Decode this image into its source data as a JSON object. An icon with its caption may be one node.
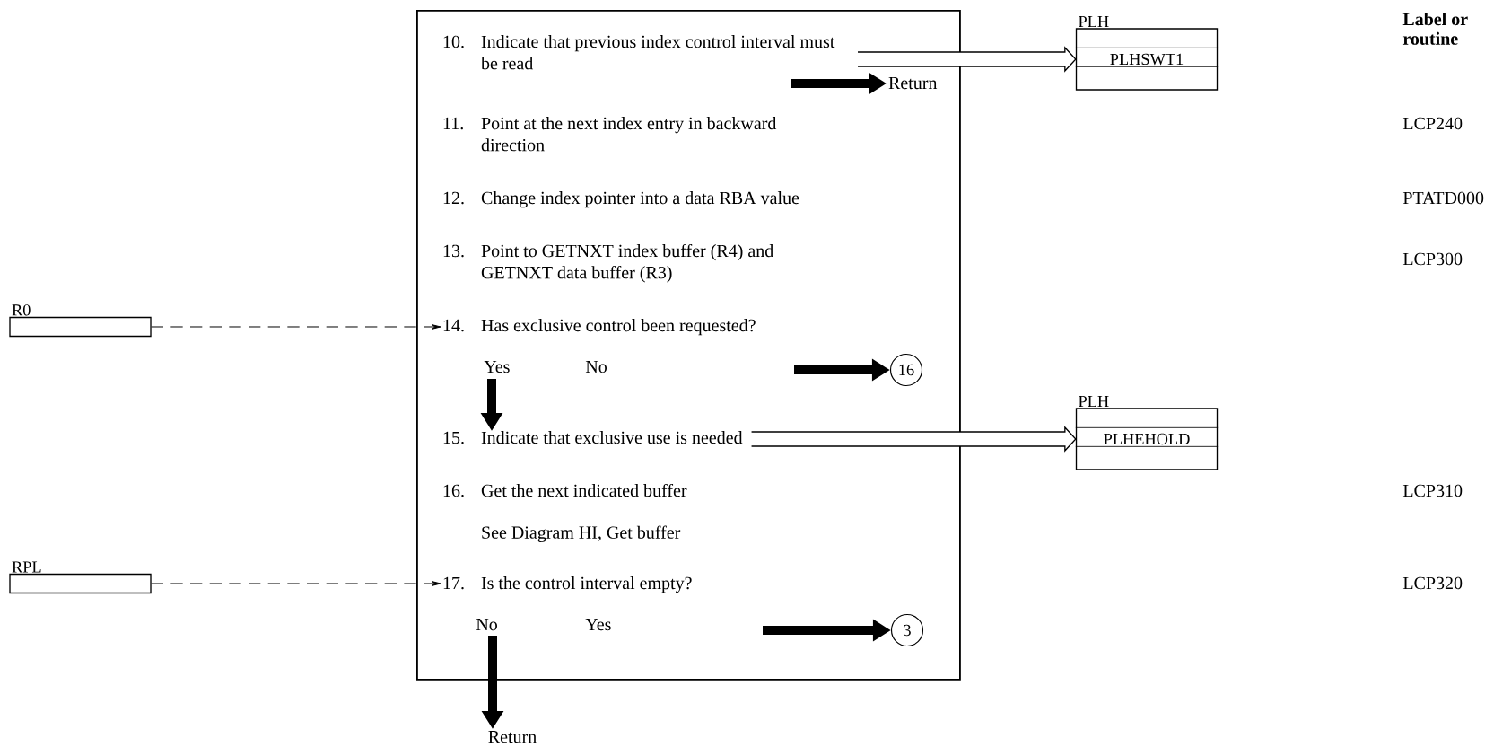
{
  "diagram": {
    "nodes": [
      {
        "text": [],
        "shape": "box"
      },
      {
        "text": [
          "10.",
          "Indicate that previous index control interval must be read"
        ],
        "in": 0
      },
      {
        "text": [
          "11.",
          "Point at the next index entry in backward direction"
        ],
        "in": 0
      },
      {
        "text": [
          "12.",
          "Change index pointer into a data RBA value"
        ],
        "in": 0
      },
      {
        "text": [
          "13.",
          "Point to GETNXT index buffer (R4) and GETNXT data buffer (R3)"
        ],
        "in": 0
      },
      {
        "text": [
          "14.",
          "Has exclusive control been requested?"
        ],
        "in": 0
      },
      {
        "text": [
          "15.",
          "Indicate that exclusive use is needed"
        ],
        "in": 0
      },
      {
        "text": [
          "16.",
          "Get the next indicated buffer",
          "See Diagram HI, Get buffer"
        ],
        "in": 0
      },
      {
        "text": [
          "17.",
          "Is the control interval empty?"
        ],
        "in": 0
      },
      {
        "text": [
          "Return"
        ],
        "in": 0
      },
      {
        "text": [
          "16"
        ],
        "in": 0
      },
      {
        "text": [
          "3"
        ],
        "in": 0
      },
      {
        "text": [
          "Return"
        ]
      },
      {
        "text": [
          "PLH",
          "PLHSWT1"
        ]
      },
      {
        "text": [
          "PLH",
          "PLHEHOLD"
        ]
      },
      {
        "text": [
          "R0"
        ]
      },
      {
        "text": [
          "RPL"
        ]
      }
    ],
    "edges": [
      {
        "from": 1,
        "to": 9,
        "arrow": "to"
      },
      {
        "from": 1,
        "to": 13,
        "arrow": "to"
      },
      {
        "from": 5,
        "to": 10,
        "arrow": "to"
      },
      {
        "from": 5,
        "to": 6,
        "arrow": "to"
      },
      {
        "from": 6,
        "to": 14,
        "arrow": "to"
      },
      {
        "from": 15,
        "to": 5,
        "arrow": "to",
        "style": "dashed"
      },
      {
        "from": 16,
        "to": 8,
        "arrow": "to",
        "style": "dashed"
      },
      {
        "from": 8,
        "to": 11,
        "arrow": "to"
      },
      {
        "from": 8,
        "to": 12,
        "arrow": "to"
      }
    ],
    "labels": [
      "Label or routine",
      "LCP240",
      "PTATD000",
      "LCP300",
      "Yes",
      "No",
      "LCP310",
      "LCP320",
      "No",
      "Yes"
    ]
  }
}
